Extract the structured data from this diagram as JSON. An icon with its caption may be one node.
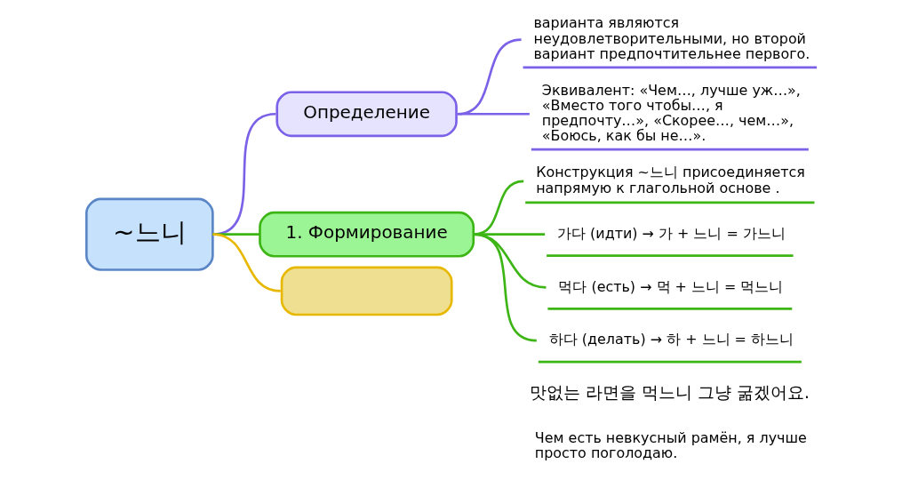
{
  "diagram": {
    "nodes": [
      {
        "text": [
          "~느니"
        ]
      },
      {
        "text": [
          "Определение"
        ]
      },
      {
        "text": [
          "варианта являются неудовлетворительными, но второй вариант предпочтительнее первого."
        ]
      },
      {
        "text": [
          "Эквивалент: «Чем…, лучше уж…», «Вместо того чтобы…, я предпочту…», «Скорее…, чем…», «Боюсь, как бы не…»."
        ]
      },
      {
        "text": [
          "1. Формирование"
        ]
      },
      {
        "text": [
          "Конструкция ~느니 присоединяется напрямую к глагольной основе ."
        ]
      },
      {
        "text": [
          "가다 (идти) → 가 + 느니 = 가느니"
        ]
      },
      {
        "text": [
          "먹다 (есть) → 먹 + 느니 = 먹느니"
        ]
      },
      {
        "text": [
          "하다 (делать) → 하 + 느니 = 하느니"
        ]
      },
      {
        "text": [],
        "shape": "box"
      }
    ],
    "edges": [
      {
        "from": 0,
        "to": 1,
        "arrow": "none",
        "color": "#7b61e8"
      },
      {
        "from": 1,
        "to": 2,
        "arrow": "none",
        "color": "#7b61e8"
      },
      {
        "from": 1,
        "to": 3,
        "arrow": "none",
        "color": "#7b61e8"
      },
      {
        "from": 0,
        "to": 4,
        "arrow": "none"
      },
      {
        "from": 4,
        "to": 5,
        "arrow": "none"
      },
      {
        "from": 4,
        "to": 6,
        "arrow": "none"
      },
      {
        "from": 4,
        "to": 7,
        "arrow": "none"
      },
      {
        "from": 4,
        "to": 8,
        "arrow": "none"
      },
      {
        "from": 0,
        "to": 9,
        "arrow": "none",
        "color": "#e8b800"
      }
    ],
    "labels": [
      "맛없는 라면을 먹느니 그냥 굶겠어요.",
      "Чем есть невкусный рамён, я лучше просто поголодаю."
    ]
  }
}
